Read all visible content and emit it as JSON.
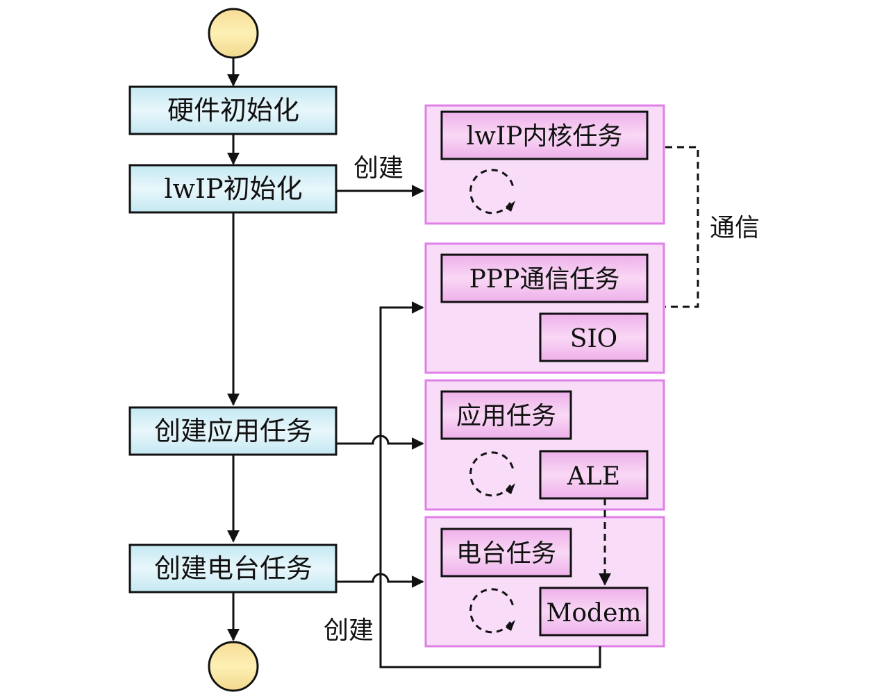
{
  "diagram": {
    "colors": {
      "flow_box_fill_top": "#c4e8f2",
      "flow_box_fill_mid": "#e6f6fb",
      "task_box_fill_top": "#eeb0ea",
      "task_box_fill_mid": "#f8d4f4",
      "container_fill": "#f8dcf8",
      "container_border": "#e07fe8",
      "terminal_fill": "#fbe6a0"
    },
    "flow": {
      "start": "start",
      "steps": [
        {
          "id": "hw-init",
          "label": "硬件初始化"
        },
        {
          "id": "lwip-init",
          "label": "lwIP初始化"
        },
        {
          "id": "create-app-task",
          "label": "创建应用任务"
        },
        {
          "id": "create-radio-task",
          "label": "创建电台任务"
        }
      ],
      "end": "end"
    },
    "containers": [
      {
        "id": "lwip-core",
        "tasks": [
          {
            "label": "lwIP内核任务"
          }
        ],
        "has_loop": true
      },
      {
        "id": "ppp",
        "tasks": [
          {
            "label": "PPP通信任务"
          },
          {
            "label": "SIO"
          }
        ],
        "has_loop": false
      },
      {
        "id": "app",
        "tasks": [
          {
            "label": "应用任务"
          },
          {
            "label": "ALE"
          }
        ],
        "has_loop": true
      },
      {
        "id": "radio",
        "tasks": [
          {
            "label": "电台任务"
          },
          {
            "label": "Modem"
          }
        ],
        "has_loop": true
      }
    ],
    "edge_labels": {
      "create_top": "创建",
      "create_bottom": "创建",
      "communication": "通信"
    }
  }
}
